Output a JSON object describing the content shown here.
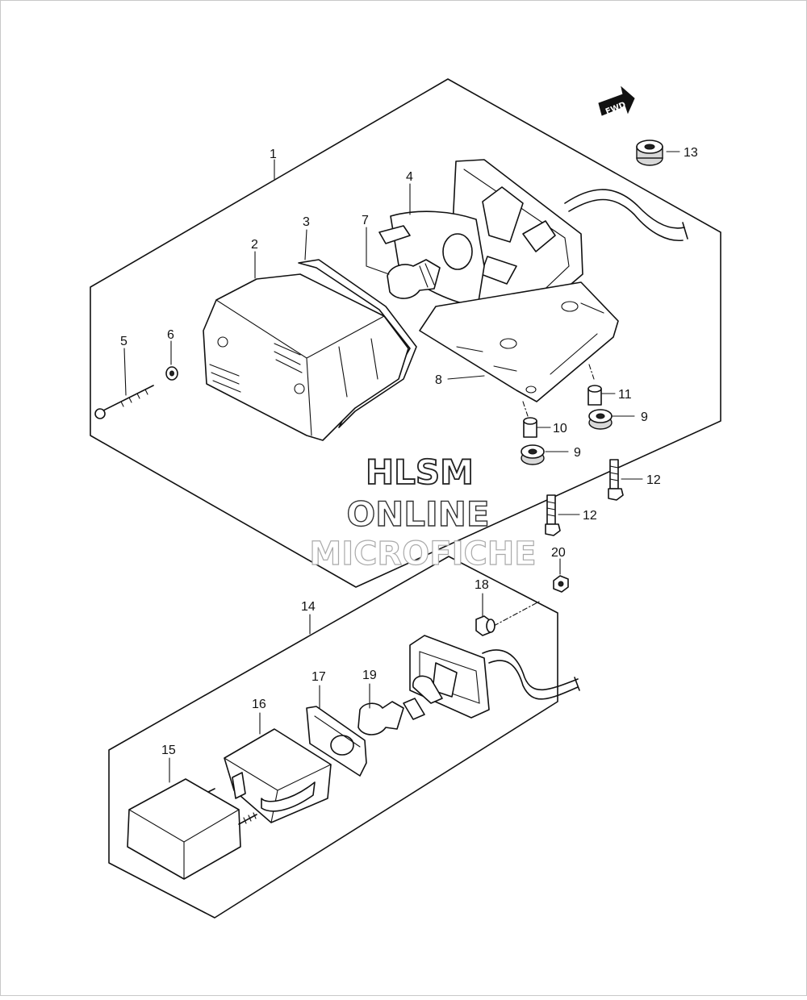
{
  "watermark": {
    "line1": "HLSM",
    "line2": "ONLINE",
    "line3": "MICROFICHE"
  },
  "fwd_label": "FWD",
  "callouts": {
    "c1": "1",
    "c2": "2",
    "c3": "3",
    "c4": "4",
    "c5": "5",
    "c6": "6",
    "c7": "7",
    "c8": "8",
    "c9a": "9",
    "c9b": "9",
    "c10": "10",
    "c11": "11",
    "c12a": "12",
    "c12b": "12",
    "c13": "13",
    "c14": "14",
    "c15": "15",
    "c16": "16",
    "c17": "17",
    "c18": "18",
    "c19": "19",
    "c20": "20"
  }
}
